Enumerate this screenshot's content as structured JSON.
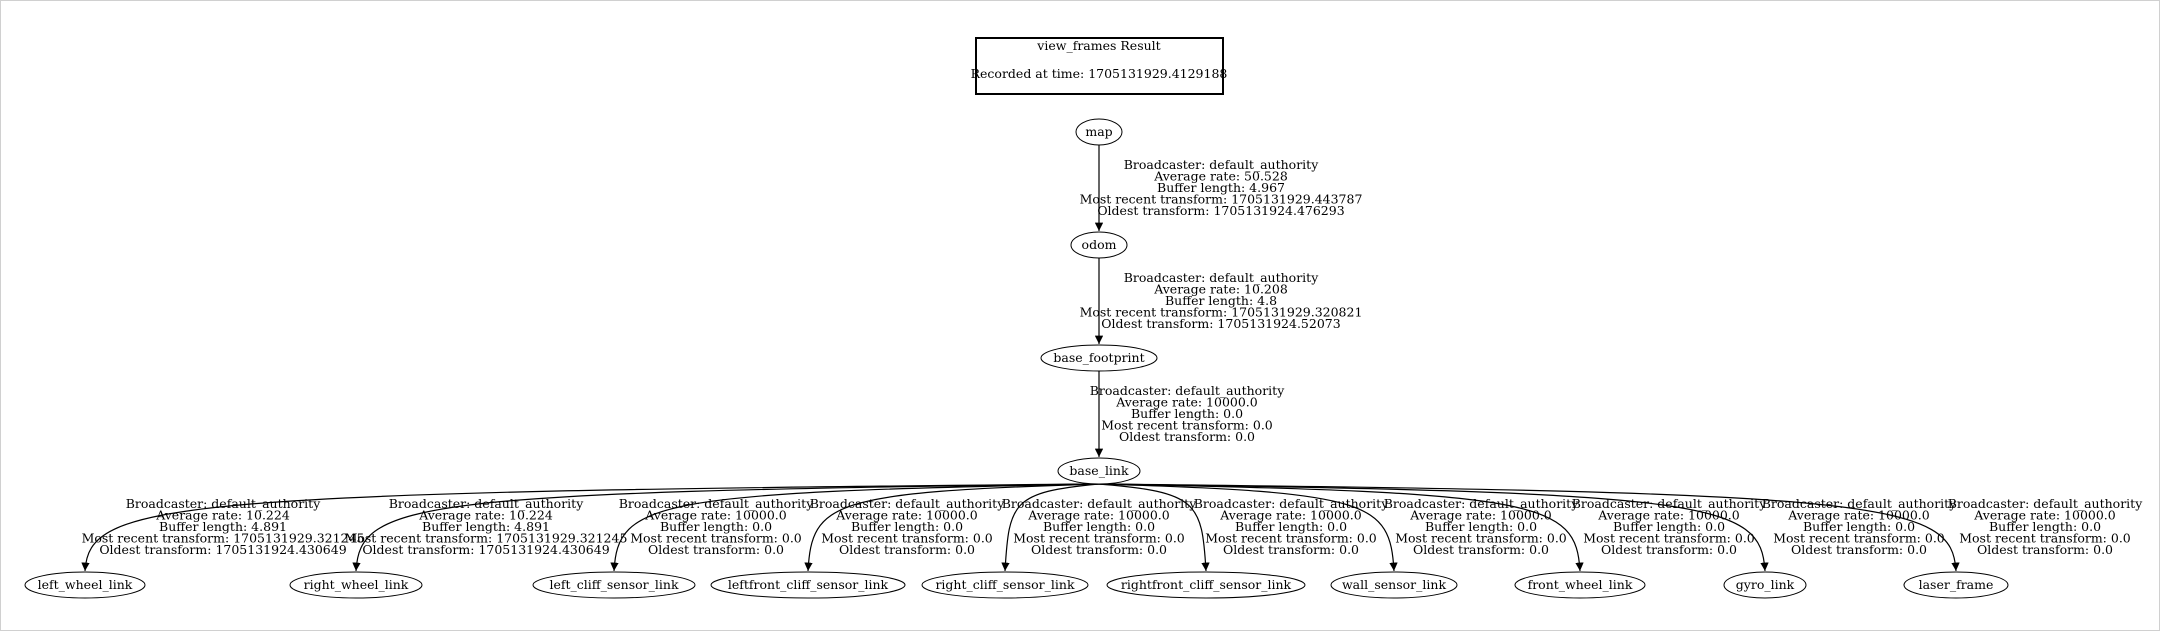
{
  "title_box": {
    "title": "view_frames Result",
    "recorded": "Recorded at time: 1705131929.4129188"
  },
  "nodes": {
    "map": "map",
    "odom": "odom",
    "base_footprint": "base_footprint",
    "base_link": "base_link",
    "left_wheel_link": "left_wheel_link",
    "right_wheel_link": "right_wheel_link",
    "left_cliff_sensor_link": "left_cliff_sensor_link",
    "leftfront_cliff_sensor_link": "leftfront_cliff_sensor_link",
    "right_cliff_sensor_link": "right_cliff_sensor_link",
    "rightfront_cliff_sensor_link": "rightfront_cliff_sensor_link",
    "wall_sensor_link": "wall_sensor_link",
    "front_wheel_link": "front_wheel_link",
    "gyro_link": "gyro_link",
    "laser_frame": "laser_frame"
  },
  "edges": [
    {
      "from": "map",
      "to": "odom",
      "lines": [
        "Broadcaster: default_authority",
        "Average rate: 50.528",
        "Buffer length: 4.967",
        "Most recent transform: 1705131929.443787",
        "Oldest transform: 1705131924.476293"
      ]
    },
    {
      "from": "odom",
      "to": "base_footprint",
      "lines": [
        "Broadcaster: default_authority",
        "Average rate: 10.208",
        "Buffer length: 4.8",
        "Most recent transform: 1705131929.320821",
        "Oldest transform: 1705131924.52073"
      ]
    },
    {
      "from": "base_footprint",
      "to": "base_link",
      "lines": [
        "Broadcaster: default_authority",
        "Average rate: 10000.0",
        "Buffer length: 0.0",
        "Most recent transform: 0.0",
        "Oldest transform: 0.0"
      ]
    },
    {
      "from": "base_link",
      "to": "left_wheel_link",
      "lines": [
        "Broadcaster: default_authority",
        "Average rate: 10.224",
        "Buffer length: 4.891",
        "Most recent transform: 1705131929.321245",
        "Oldest transform: 1705131924.430649"
      ]
    },
    {
      "from": "base_link",
      "to": "right_wheel_link",
      "lines": [
        "Broadcaster: default_authority",
        "Average rate: 10.224",
        "Buffer length: 4.891",
        "Most recent transform: 1705131929.321245",
        "Oldest transform: 1705131924.430649"
      ]
    },
    {
      "from": "base_link",
      "to": "left_cliff_sensor_link",
      "lines": [
        "Broadcaster: default_authority",
        "Average rate: 10000.0",
        "Buffer length: 0.0",
        "Most recent transform: 0.0",
        "Oldest transform: 0.0"
      ]
    },
    {
      "from": "base_link",
      "to": "leftfront_cliff_sensor_link",
      "lines": [
        "Broadcaster: default_authority",
        "Average rate: 10000.0",
        "Buffer length: 0.0",
        "Most recent transform: 0.0",
        "Oldest transform: 0.0"
      ]
    },
    {
      "from": "base_link",
      "to": "right_cliff_sensor_link",
      "lines": [
        "Broadcaster: default_authority",
        "Average rate: 10000.0",
        "Buffer length: 0.0",
        "Most recent transform: 0.0",
        "Oldest transform: 0.0"
      ]
    },
    {
      "from": "base_link",
      "to": "rightfront_cliff_sensor_link",
      "lines": [
        "Broadcaster: default_authority",
        "Average rate: 10000.0",
        "Buffer length: 0.0",
        "Most recent transform: 0.0",
        "Oldest transform: 0.0"
      ]
    },
    {
      "from": "base_link",
      "to": "wall_sensor_link",
      "lines": [
        "Broadcaster: default_authority",
        "Average rate: 10000.0",
        "Buffer length: 0.0",
        "Most recent transform: 0.0",
        "Oldest transform: 0.0"
      ]
    },
    {
      "from": "base_link",
      "to": "front_wheel_link",
      "lines": [
        "Broadcaster: default_authority",
        "Average rate: 10000.0",
        "Buffer length: 0.0",
        "Most recent transform: 0.0",
        "Oldest transform: 0.0"
      ]
    },
    {
      "from": "base_link",
      "to": "gyro_link",
      "lines": [
        "Broadcaster: default_authority",
        "Average rate: 10000.0",
        "Buffer length: 0.0",
        "Most recent transform: 0.0",
        "Oldest transform: 0.0"
      ]
    },
    {
      "from": "base_link",
      "to": "laser_frame",
      "lines": [
        "Broadcaster: default_authority",
        "Average rate: 10000.0",
        "Buffer length: 0.0",
        "Most recent transform: 0.0",
        "Oldest transform: 0.0"
      ]
    }
  ]
}
